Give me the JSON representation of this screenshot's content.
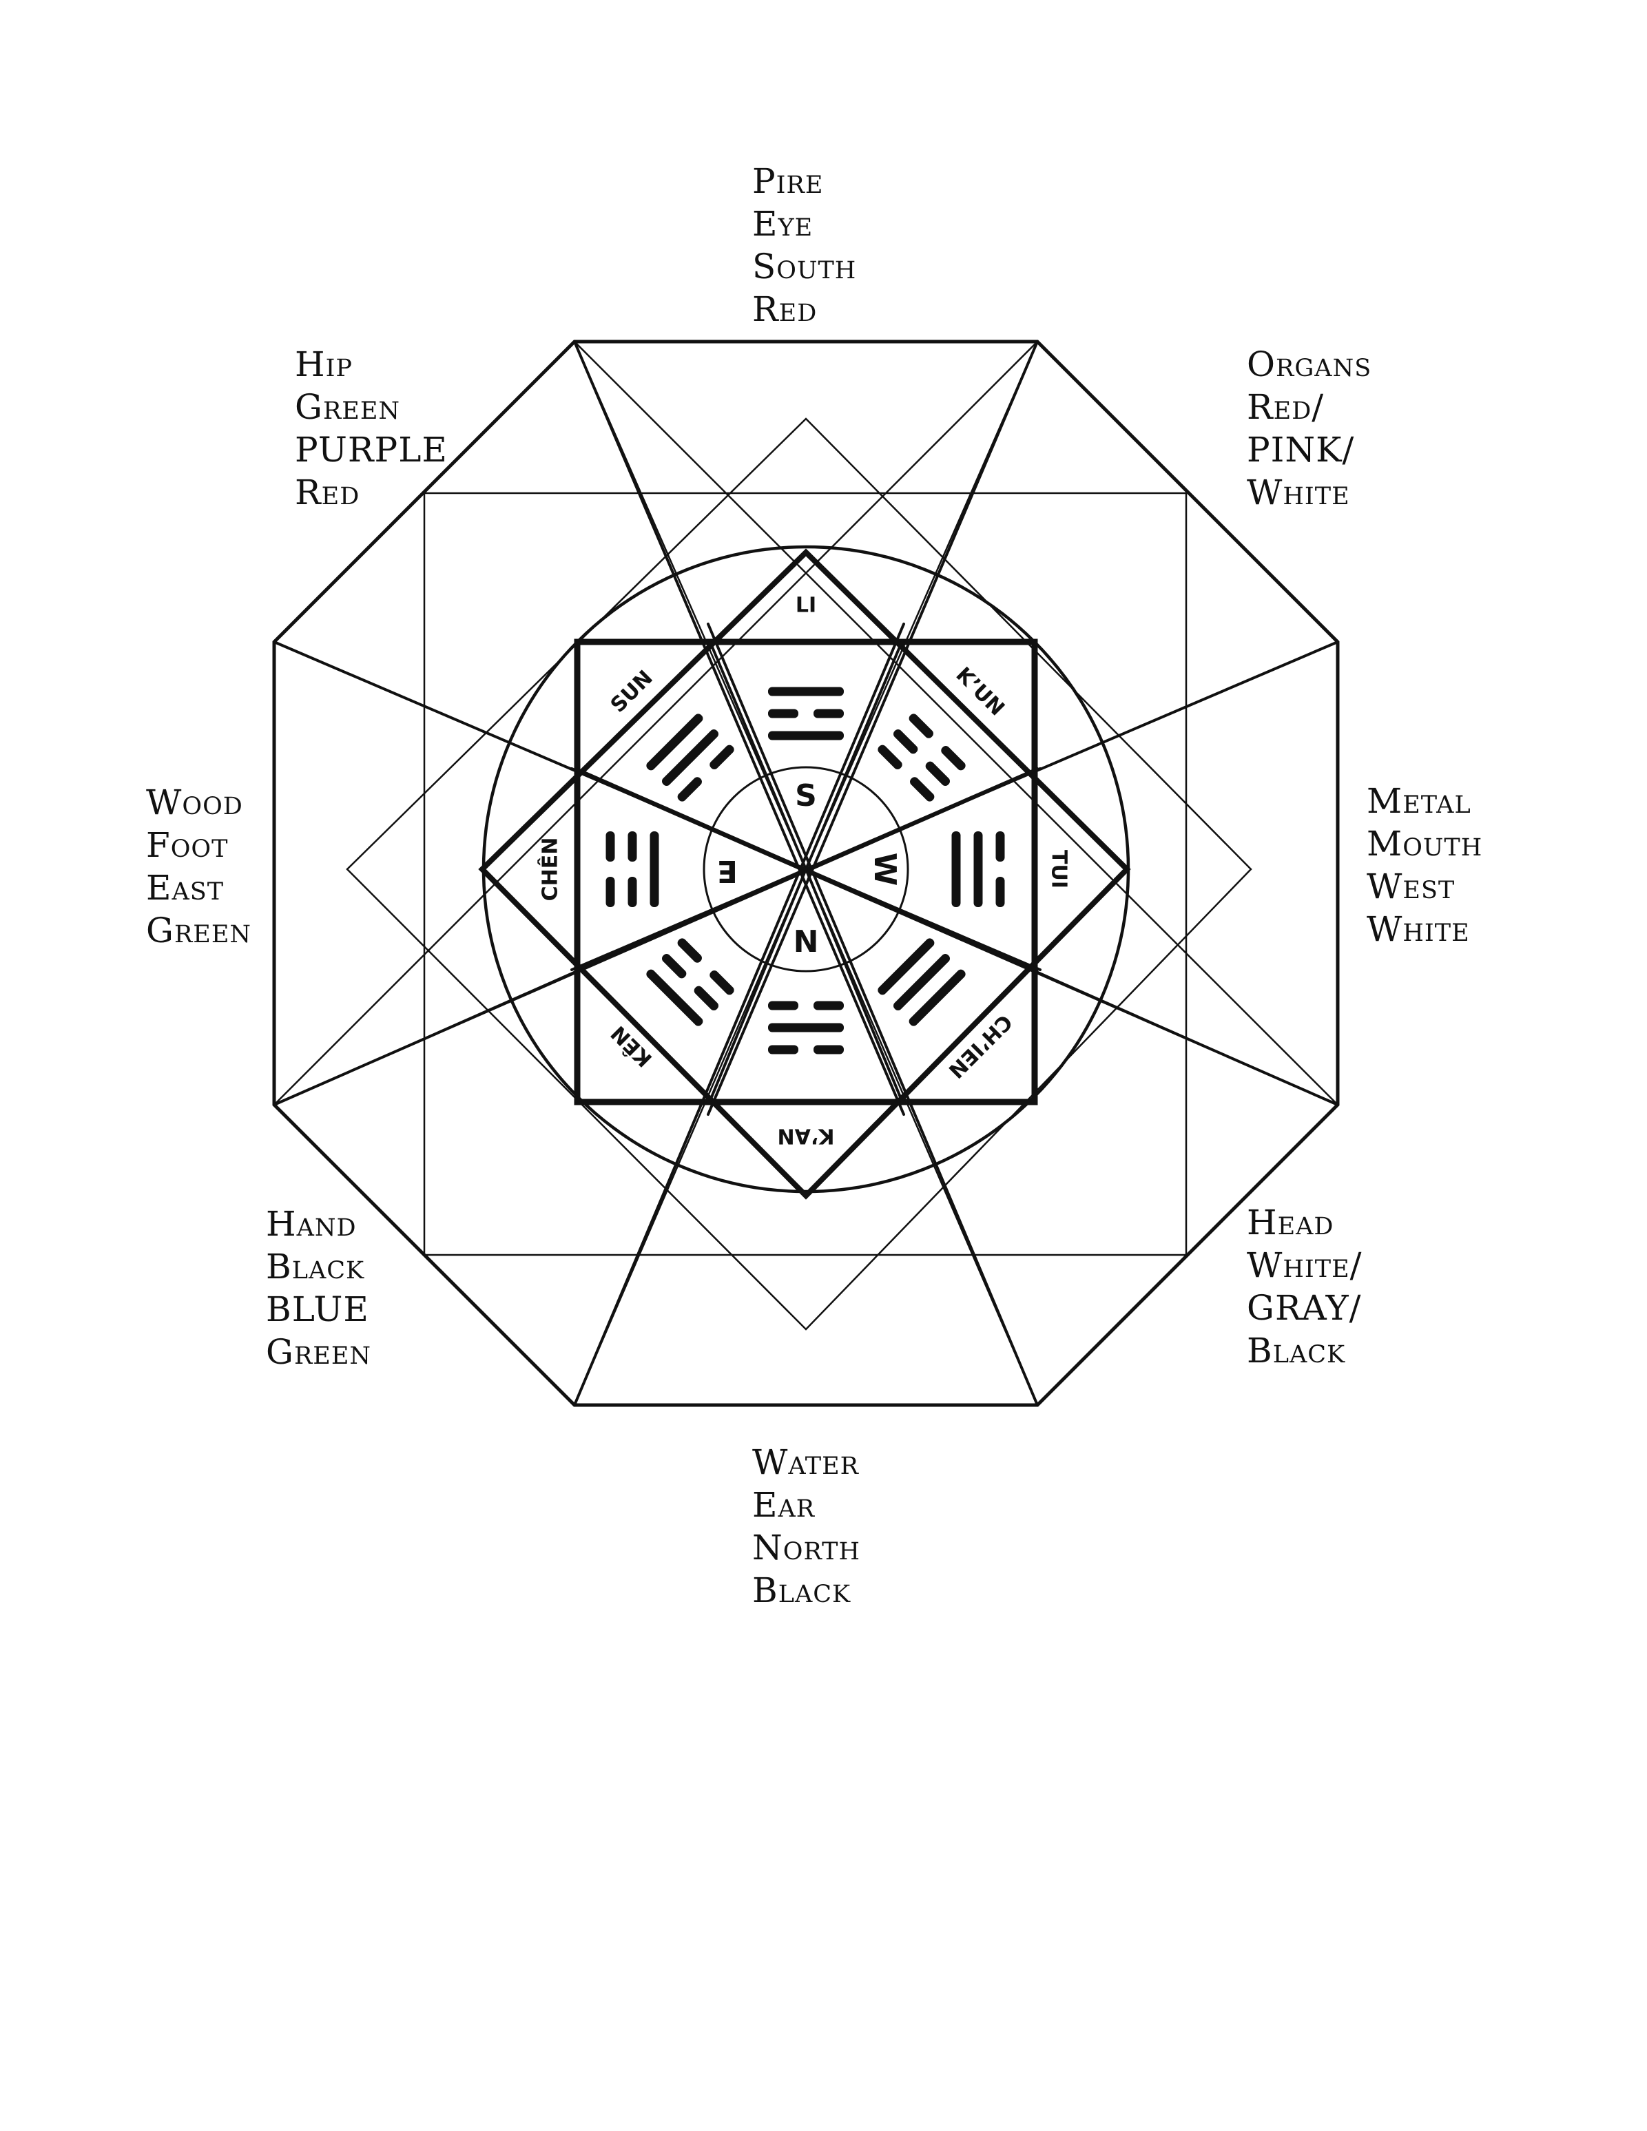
{
  "labels": {
    "top": [
      "Pire",
      "Eye",
      "South",
      "Red"
    ],
    "top_right": [
      "Organs",
      "Red/",
      "PINK/",
      "White"
    ],
    "right": [
      "Metal",
      "Mouth",
      "West",
      "White"
    ],
    "bottom_right": [
      "Head",
      "White/",
      "GRAY/",
      "Black"
    ],
    "bottom": [
      "Water",
      "Ear",
      "North",
      "Black"
    ],
    "bottom_left": [
      "Hand",
      "Black",
      "BLUE",
      "Green"
    ],
    "left": [
      "Wood",
      "Foot",
      "East",
      "Green"
    ],
    "top_left": [
      "Hip",
      "Green",
      "PURPLE",
      "Red"
    ]
  },
  "trigram_names": {
    "li": "LI",
    "kun": "K’UN",
    "tui": "TUI",
    "chien": "CH’IEN",
    "kan": "K’AN",
    "ken": "KÊN",
    "chen": "CHÊN",
    "sun": "SUN"
  },
  "directions": {
    "south": "S",
    "west": "W",
    "north": "N",
    "east": "E"
  },
  "trigram_lines": {
    "li": [
      1,
      0,
      1
    ],
    "kun": [
      0,
      0,
      0
    ],
    "tui": [
      0,
      1,
      1
    ],
    "chien": [
      1,
      1,
      1
    ],
    "kan": [
      0,
      1,
      0
    ],
    "ken": [
      1,
      0,
      0
    ],
    "chen": [
      0,
      0,
      1
    ],
    "sun": [
      1,
      1,
      0
    ]
  },
  "colors": {
    "ink": "#111111",
    "paper": "#ffffff"
  }
}
